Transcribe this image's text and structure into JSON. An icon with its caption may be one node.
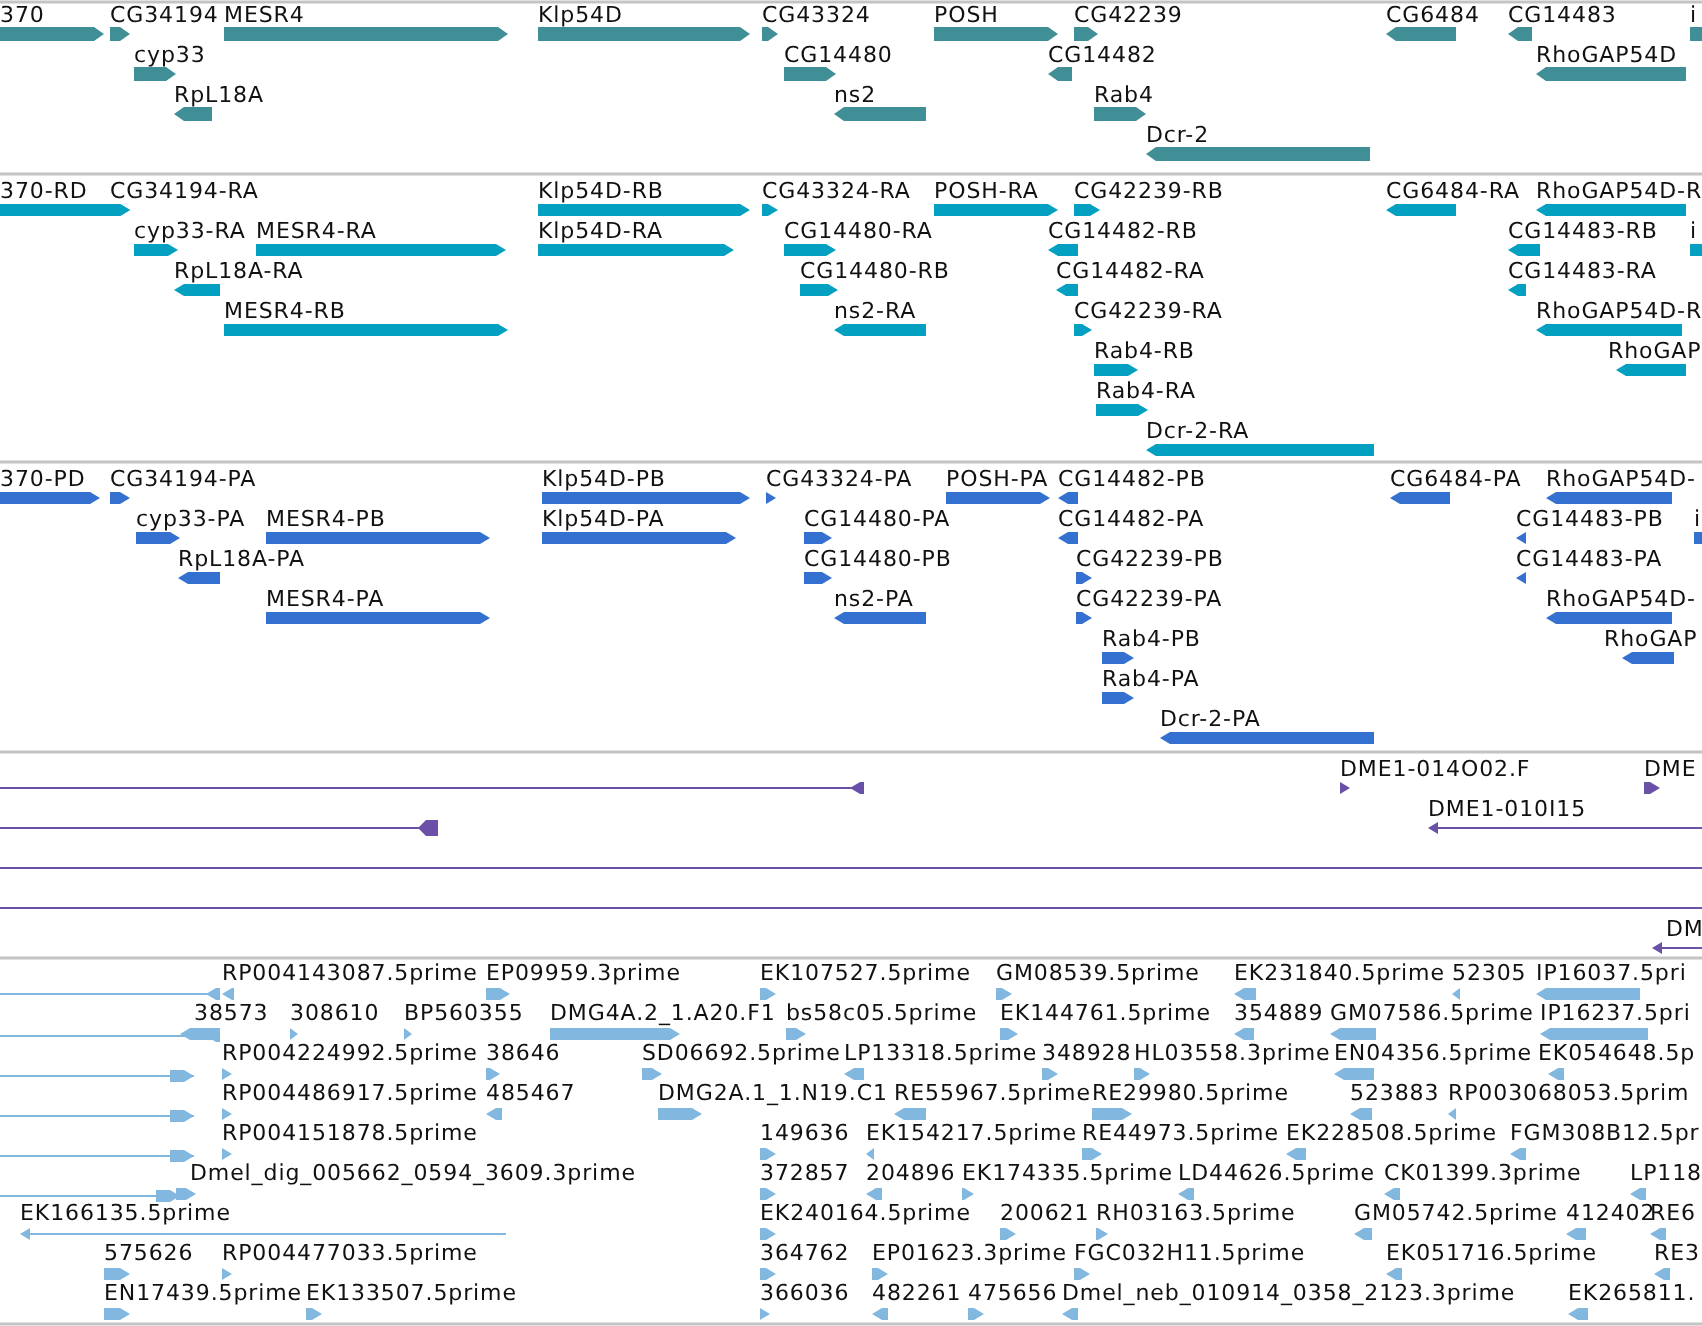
{
  "diagram": {
    "labels": [
      "370",
      "CG34194",
      "MESR4",
      "Klp54D",
      "CG43324",
      "POSH",
      "CG42239",
      "CG6484",
      "CG14483",
      "i",
      "cyp33",
      "CG14480",
      "CG14482",
      "RhoGAP54D",
      "RpL18A",
      "ns2",
      "Rab4",
      "Dcr-2",
      "370-RD",
      "CG34194-RA",
      "Klp54D-RB",
      "CG43324-RA",
      "POSH-RA",
      "CG42239-RB",
      "CG6484-RA",
      "RhoGAP54D-R",
      "cyp33-RA",
      "MESR4-RA",
      "Klp54D-RA",
      "CG14480-RA",
      "CG14482-RB",
      "CG14483-RB",
      "i",
      "RpL18A-RA",
      "CG14480-RB",
      "CG14482-RA",
      "CG14483-RA",
      "MESR4-RB",
      "ns2-RA",
      "CG42239-RA",
      "RhoGAP54D-R",
      "Rab4-RB",
      "RhoGAP",
      "Rab4-RA",
      "Dcr-2-RA",
      "370-PD",
      "CG34194-PA",
      "Klp54D-PB",
      "CG43324-PA",
      "POSH-PA",
      "CG14482-PB",
      "CG6484-PA",
      "RhoGAP54D-",
      "cyp33-PA",
      "MESR4-PB",
      "Klp54D-PA",
      "CG14480-PA",
      "CG14482-PA",
      "CG14483-PB",
      "i",
      "RpL18A-PA",
      "CG14480-PB",
      "CG42239-PB",
      "CG14483-PA",
      "MESR4-PA",
      "ns2-PA",
      "CG42239-PA",
      "RhoGAP54D-",
      "Rab4-PB",
      "RhoGAP",
      "Rab4-PA",
      "Dcr-2-PA",
      "DME1-014O02.F",
      "DME",
      "DME1-010I15",
      "DM",
      "RP004143087.5prime",
      "EP09959.3prime",
      "EK107527.5prime",
      "GM08539.5prime",
      "EK231840.5prime",
      "52305",
      "IP16037.5pri",
      "38573",
      "308610",
      "BP560355",
      "DMG4A.2_1.A20.F1",
      "bs58c05.5prime",
      "EK144761.5prime",
      "354889",
      "GM07586.5prime",
      "IP16237.5pri",
      "RP004224992.5prime",
      "38646",
      "SD06692.5prime",
      "LP13318.5prime",
      "348928",
      "HL03558.3prime",
      "EN04356.5prime",
      "EK054648.5p",
      "RP004486917.5prime",
      "485467",
      "DMG2A.1_1.N19.C1",
      "RE55967.5prime",
      "RE29980.5prime",
      "523883",
      "RP003068053.5prim",
      "RP004151878.5prime",
      "149636",
      "EK154217.5prime",
      "RE44973.5prime",
      "EK228508.5prime",
      "FGM308B12.5pr",
      "Dmel_dig_005662_0594_3609.3prime",
      "372857",
      "204896",
      "EK174335.5prime",
      "LD44626.5prime",
      "CK01399.3prime",
      "LP118",
      "EK166135.5prime",
      "EK240164.5prime",
      "200621",
      "RH03163.5prime",
      "GM05742.5prime",
      "412402",
      "RE6",
      "575626",
      "RP004477033.5prime",
      "364762",
      "EP01623.3prime",
      "FGC032H11.5prime",
      "EK051716.5prime",
      "RE3",
      "EN17439.5prime",
      "EK133507.5prime",
      "366036",
      "482261",
      "475656",
      "Dmel_neb_010914_0358_2123.3prime",
      "EK265811."
    ]
  }
}
